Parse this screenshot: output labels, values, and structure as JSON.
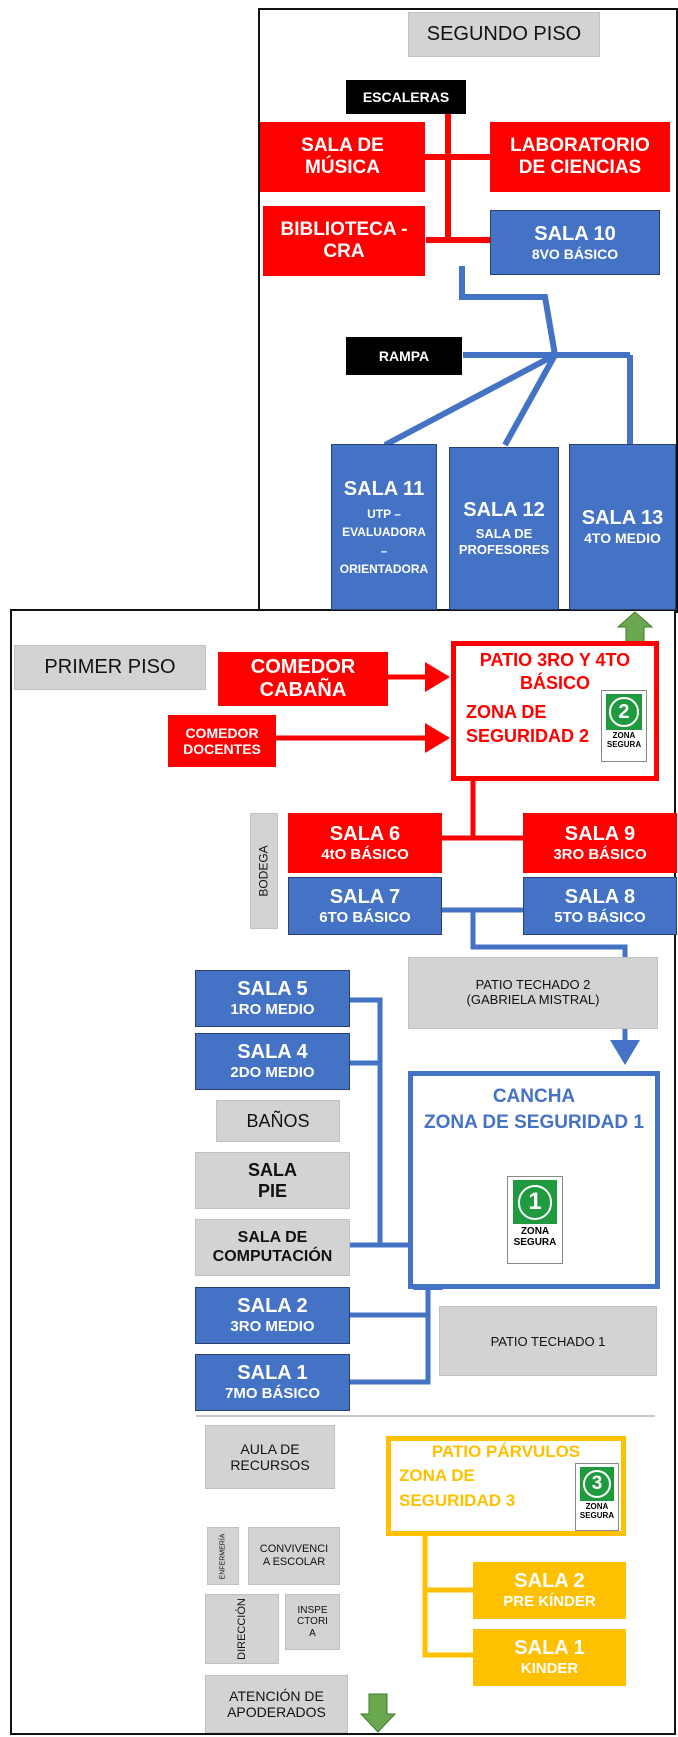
{
  "colors": {
    "red": "#ff0000",
    "blue": "#4472c4",
    "yellow": "#ffc000",
    "green": "#1f9a3e",
    "grey": "#d3d3d3"
  },
  "segundo_piso": {
    "title": "SEGUNDO PISO",
    "escaleras": "ESCALERAS",
    "rampa": "RAMPA",
    "sala_musica": {
      "line1": "SALA DE",
      "line2": "MÚSICA"
    },
    "laboratorio": {
      "line1": "LABORATORIO",
      "line2": "DE CIENCIAS"
    },
    "biblioteca": {
      "line1": "BIBLIOTECA -",
      "line2": "CRA"
    },
    "sala10": {
      "title": "SALA 10",
      "sub": "8VO BÁSICO"
    },
    "sala11": {
      "title": "SALA 11",
      "sub1": "UTP –",
      "sub2": "EVALUADORA",
      "sub3": "–",
      "sub4": "ORIENTADORA"
    },
    "sala12": {
      "title": "SALA 12",
      "sub1": "SALA DE",
      "sub2": "PROFESORES"
    },
    "sala13": {
      "title": "SALA 13",
      "sub": "4TO MEDIO"
    }
  },
  "primer_piso": {
    "title": "PRIMER PISO",
    "comedor_cabana": {
      "line1": "COMEDOR",
      "line2": "CABAÑA"
    },
    "comedor_docentes": {
      "line1": "COMEDOR",
      "line2": "DOCENTES"
    },
    "patio_3ro": {
      "line1": "PATIO 3RO Y 4TO",
      "line2": "BÁSICO",
      "line3": "ZONA DE",
      "line4": "SEGURIDAD 2"
    },
    "bodega": "BODEGA",
    "sala6": {
      "title": "SALA 6",
      "sub": "4tO BÁSICO"
    },
    "sala9": {
      "title": "SALA 9",
      "sub": "3RO BÁSICO"
    },
    "sala7": {
      "title": "SALA 7",
      "sub": "6TO BÁSICO"
    },
    "sala8": {
      "title": "SALA 8",
      "sub": "5TO BÁSICO"
    },
    "patio_techado2": {
      "line1": "PATIO TECHADO 2",
      "line2": "(GABRIELA MISTRAL)"
    },
    "sala5": {
      "title": "SALA 5",
      "sub": "1RO MEDIO"
    },
    "sala4": {
      "title": "SALA 4",
      "sub": "2DO MEDIO"
    },
    "banos": "BAÑOS",
    "sala_pie": {
      "line1": "SALA",
      "line2": "PIE"
    },
    "sala_computacion": {
      "line1": "SALA DE",
      "line2": "COMPUTACIÓN"
    },
    "cancha": {
      "line1": "CANCHA",
      "line2": "ZONA DE SEGURIDAD 1"
    },
    "sala2": {
      "title": "SALA 2",
      "sub": "3RO MEDIO"
    },
    "patio_techado1": "PATIO TECHADO 1",
    "sala1": {
      "title": "SALA 1",
      "sub": "7MO BÁSICO"
    },
    "aula_recursos": {
      "line1": "AULA DE",
      "line2": "RECURSOS"
    },
    "enfermeria": "ENFERMERÍA",
    "convivencia": {
      "line1": "CONVIVENCI",
      "line2": "A ESCOLAR"
    },
    "direccion": "DIRECCIÓN",
    "inspectoria": {
      "line1": "INSPE",
      "line2": "CTORI",
      "line3": "A"
    },
    "atencion": {
      "line1": "ATENCIÓN DE",
      "line2": "APODERADOS"
    },
    "patio_parvulos": {
      "line1": "PATIO PÁRVULOS",
      "line2": "ZONA DE",
      "line3": "SEGURIDAD 3"
    },
    "parv_sala2": {
      "title": "SALA 2",
      "sub": "PRE KÍNDER"
    },
    "parv_sala1": {
      "title": "SALA 1",
      "sub": "KINDER"
    }
  },
  "zona_segura": {
    "z1": {
      "num": "1",
      "line1": "ZONA",
      "line2": "SEGURA"
    },
    "z2": {
      "num": "2",
      "line1": "ZONA",
      "line2": "SEGURA"
    },
    "z3": {
      "num": "3",
      "line1": "ZONA",
      "line2": "SEGURA"
    }
  }
}
